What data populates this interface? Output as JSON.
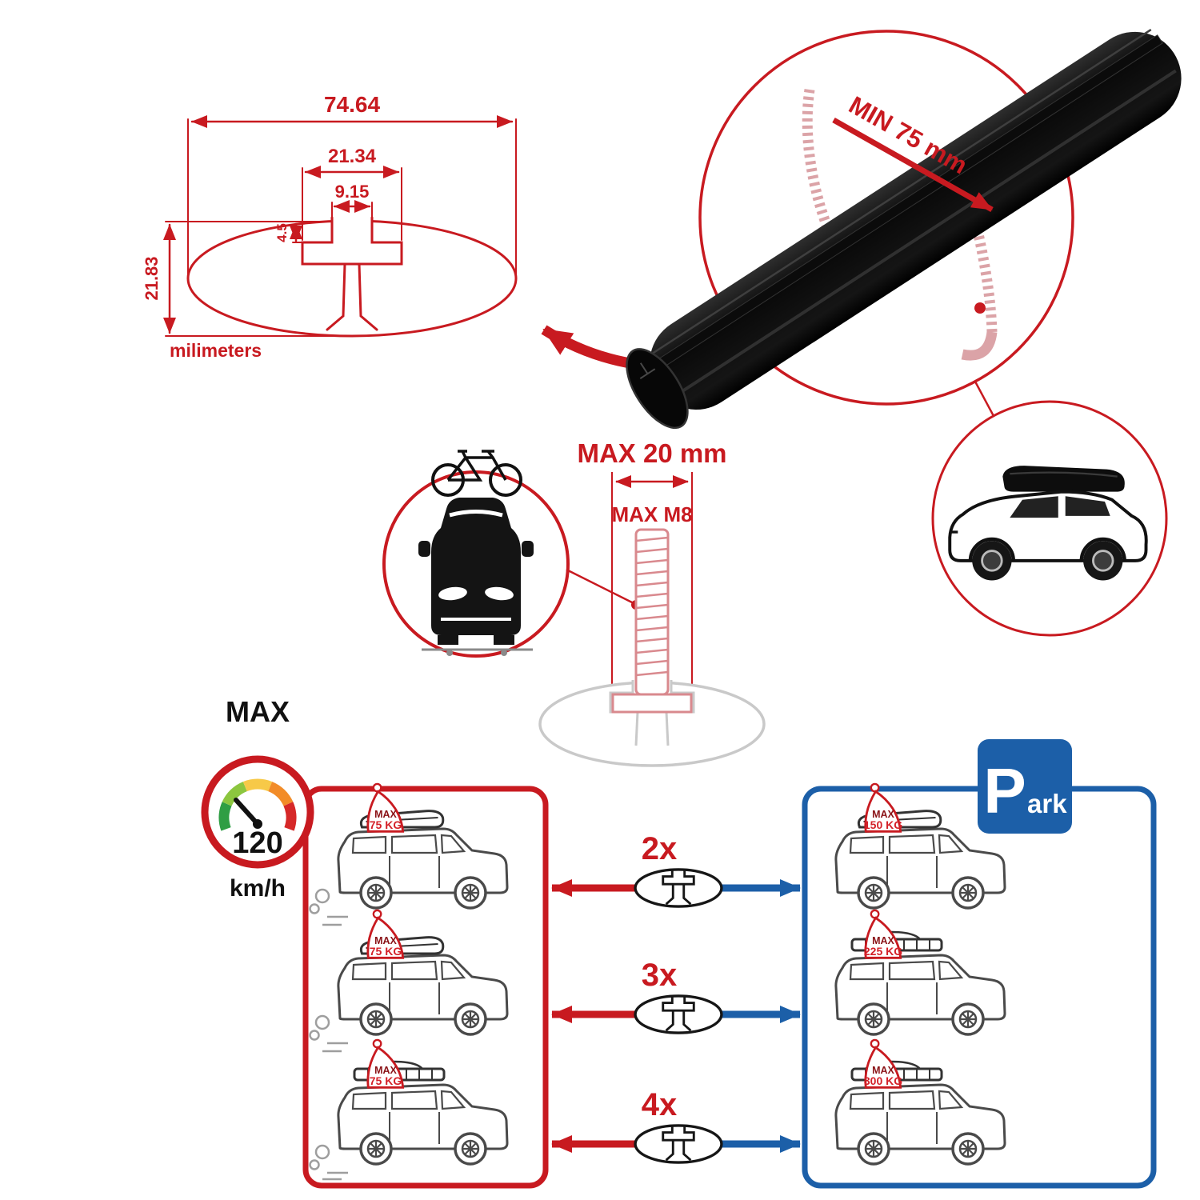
{
  "dimension_diagram": {
    "total_width": "74.64",
    "channel_width": "21.34",
    "slot_width": "9.15",
    "slot_depth": "4.5",
    "total_height": "21.83",
    "units_label": "milimeters"
  },
  "bar_detail": {
    "min_span": "MIN 75 mm"
  },
  "bolt_spec": {
    "max_length": "MAX 20 mm",
    "max_thread": "MAX M8"
  },
  "speed_limit": {
    "label": "MAX",
    "value": "120",
    "units": "km/h"
  },
  "parking_sign": {
    "initial": "P",
    "rest": "ark"
  },
  "driving_panel": {
    "loads": [
      {
        "label": "MAX",
        "weight": "75 KG"
      },
      {
        "label": "MAX",
        "weight": "75 KG"
      },
      {
        "label": "MAX",
        "weight": "75 KG"
      }
    ]
  },
  "parking_panel": {
    "loads": [
      {
        "label": "MAX",
        "weight": "150 KG"
      },
      {
        "label": "MAX",
        "weight": "225 KG"
      },
      {
        "label": "MAX",
        "weight": "300 KG"
      }
    ]
  },
  "bar_options": [
    {
      "quantity": "2x"
    },
    {
      "quantity": "3x"
    },
    {
      "quantity": "4x"
    }
  ],
  "colors": {
    "red": "#c81a20",
    "blue": "#1c5fa8",
    "black": "#151515",
    "profile_gray": "#c9c9c9",
    "faded_red": "#d9898e"
  }
}
